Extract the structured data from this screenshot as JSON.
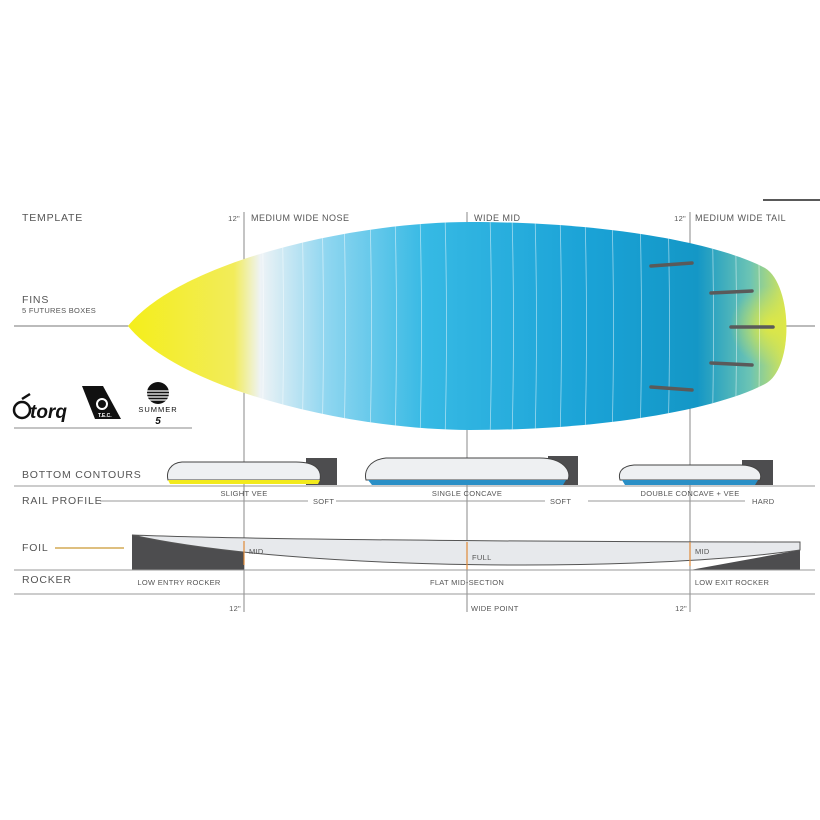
{
  "sections": {
    "template": "TEMPLATE",
    "fins": "FINS",
    "fins_sub": "5 FUTURES BOXES",
    "bottom_contours": "BOTTOM  CONTOURS",
    "rail_profile": "RAIL PROFILE",
    "foil": "FOIL",
    "rocker": "ROCKER"
  },
  "template_labels": {
    "nose_dim": "12\"",
    "nose": "MEDIUM WIDE NOSE",
    "mid": "WIDE MID",
    "tail_dim": "12\"",
    "tail": "MEDIUM WIDE TAIL"
  },
  "brands": {
    "torq": "torq",
    "tec": "T.E.C.",
    "summer": "SUMMER",
    "summer_num": "5"
  },
  "contours": {
    "nose": "SLIGHT VEE",
    "mid": "SINGLE CONCAVE",
    "tail": "DOUBLE CONCAVE + VEE"
  },
  "rails": {
    "nose": "SOFT",
    "mid": "SOFT",
    "tail": "HARD"
  },
  "foil": {
    "nose": "MID",
    "mid": "FULL",
    "tail": "MID"
  },
  "rocker": {
    "entry": "LOW ENTRY ROCKER",
    "mid": "FLAT MID-SECTION",
    "exit": "LOW EXIT ROCKER"
  },
  "bottom_markers": {
    "left": "12\"",
    "mid": "WIDE POINT",
    "right": "12\""
  },
  "colors": {
    "nose_yellow": "#f2ea1d",
    "deck_blue": "#1aa2d6",
    "tail_green": "#c8dc3c",
    "concave_blue": "#2a8fc6",
    "guide_orange": "#e08a3a",
    "rocker_dark": "#4d4d4f"
  }
}
